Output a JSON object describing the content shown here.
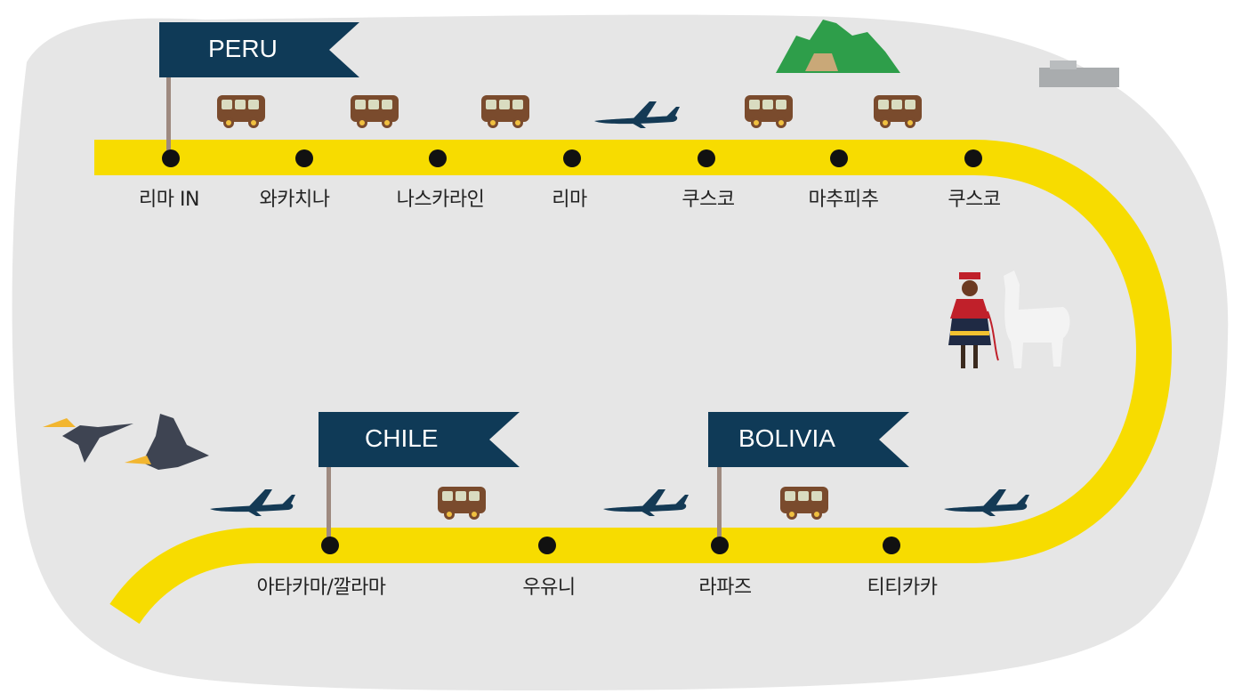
{
  "colors": {
    "background_blob": "#e6e6e6",
    "route": "#f7dc00",
    "stop_dot": "#111111",
    "flag": "#0f3a57",
    "flag_pole": "#9e8a80",
    "bus": "#7a4b2d",
    "bus_window": "#d9dcc0",
    "plane": "#143a55",
    "mountain": "#2e9e4a",
    "text": "#222222"
  },
  "countries": [
    {
      "key": "peru",
      "name": "PERU"
    },
    {
      "key": "chile",
      "name": "CHILE"
    },
    {
      "key": "bolivia",
      "name": "BOLIVIA"
    }
  ],
  "stops": [
    {
      "key": "lima-in",
      "label": "리마 IN"
    },
    {
      "key": "huacachina",
      "label": "와카치나"
    },
    {
      "key": "nazca-lines",
      "label": "나스카라인"
    },
    {
      "key": "lima",
      "label": "리마"
    },
    {
      "key": "cusco-1",
      "label": "쿠스코"
    },
    {
      "key": "machu-picchu",
      "label": "마추피추"
    },
    {
      "key": "cusco-2",
      "label": "쿠스코"
    },
    {
      "key": "titicaca",
      "label": "티티카카"
    },
    {
      "key": "la-paz",
      "label": "라파즈"
    },
    {
      "key": "uyuni",
      "label": "우유니"
    },
    {
      "key": "atacama-calama",
      "label": "아타카마/깔라마"
    }
  ],
  "transport": [
    {
      "key": "lima-in-to-huacachina",
      "mode": "bus-icon"
    },
    {
      "key": "huacachina-to-nazca",
      "mode": "bus-icon"
    },
    {
      "key": "nazca-to-lima",
      "mode": "bus-icon"
    },
    {
      "key": "lima-to-cusco",
      "mode": "plane-icon"
    },
    {
      "key": "cusco-to-machu-picchu",
      "mode": "bus-icon"
    },
    {
      "key": "machu-picchu-to-cusco",
      "mode": "bus-icon"
    },
    {
      "key": "cusco-to-titicaca",
      "mode": "plane-icon"
    },
    {
      "key": "titicaca-to-la-paz",
      "mode": "bus-icon"
    },
    {
      "key": "la-paz-to-uyuni",
      "mode": "plane-icon"
    },
    {
      "key": "uyuni-to-atacama",
      "mode": "bus-icon"
    },
    {
      "key": "atacama-departure",
      "mode": "plane-icon"
    }
  ],
  "decorations": [
    "machu-picchu-mountain-icon",
    "inca-woman-with-llama-icon",
    "toucans-icon",
    "city-skyline-icon"
  ]
}
